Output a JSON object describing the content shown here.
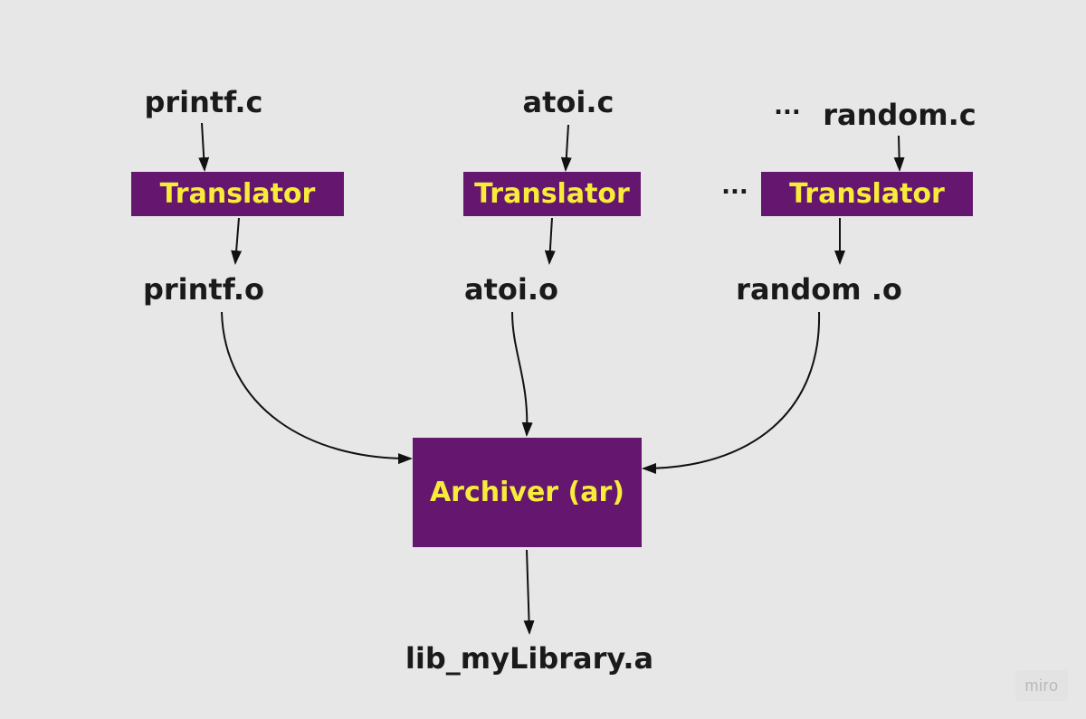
{
  "colors": {
    "background": "#e8e7e8",
    "box_fill": "#65166e",
    "box_text": "#f8ec3a",
    "label_text": "#1a1a1a",
    "arrow": "#111111"
  },
  "diagram": {
    "sources": {
      "printf_c": "printf.c",
      "atoi_c": "atoi.c",
      "random_c": "random.c",
      "ellipsis_top": "..."
    },
    "translators": {
      "t1": "Translator",
      "t2": "Translator",
      "t3": "Translator",
      "ellipsis_mid": "..."
    },
    "objects": {
      "printf_o": "printf.o",
      "atoi_o": "atoi.o",
      "random_o": "random .o"
    },
    "archiver": "Archiver (ar)",
    "output": "lib_myLibrary.a"
  },
  "watermark": "miro"
}
